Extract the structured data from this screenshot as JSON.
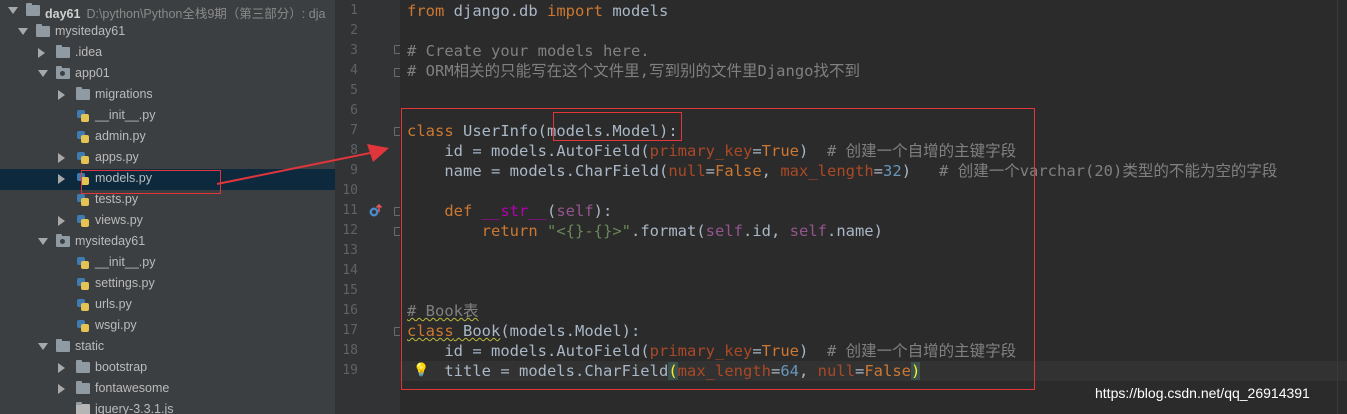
{
  "tree": {
    "project_name": "day61",
    "project_path": "D:\\python\\Python全栈9期（第三部分）: dja",
    "items": [
      {
        "label": "mysiteday61",
        "kind": "folder"
      },
      {
        "label": ".idea",
        "kind": "folder"
      },
      {
        "label": "app01",
        "kind": "folder"
      },
      {
        "label": "migrations",
        "kind": "folder"
      },
      {
        "label": "__init__.py",
        "kind": "py"
      },
      {
        "label": "admin.py",
        "kind": "py"
      },
      {
        "label": "apps.py",
        "kind": "py"
      },
      {
        "label": "models.py",
        "kind": "py"
      },
      {
        "label": "tests.py",
        "kind": "py"
      },
      {
        "label": "views.py",
        "kind": "py"
      },
      {
        "label": "mysiteday61",
        "kind": "folder"
      },
      {
        "label": "__init__.py",
        "kind": "py"
      },
      {
        "label": "settings.py",
        "kind": "py"
      },
      {
        "label": "urls.py",
        "kind": "py"
      },
      {
        "label": "wsgi.py",
        "kind": "py"
      },
      {
        "label": "static",
        "kind": "folder"
      },
      {
        "label": "bootstrap",
        "kind": "folder"
      },
      {
        "label": "fontawesome",
        "kind": "folder"
      },
      {
        "label": "jquery-3.3.1.js",
        "kind": "js"
      }
    ]
  },
  "gutter": {
    "line_numbers": [
      "1",
      "2",
      "3",
      "4",
      "5",
      "6",
      "7",
      "8",
      "9",
      "10",
      "11",
      "12",
      "13",
      "14",
      "15",
      "16",
      "17",
      "18",
      "19"
    ]
  },
  "code": {
    "l1": {
      "from": "from",
      "mod": " django.db ",
      "imp": "import",
      "name": " models"
    },
    "l3": "# Create your models here.",
    "l4": "# ORM相关的只能写在这个文件里,写到别的文件里Django找不到",
    "l7": {
      "kw": "class",
      "name": " UserInfo",
      "open": "(",
      "base": "models.Model",
      "close": "):"
    },
    "l8": {
      "lhs": "    id = models.",
      "fn": "AutoField",
      "open": "(",
      "p1": "primary_key",
      "eq": "=",
      "v1": "True",
      "close": ")",
      "cm": "  # 创建一个自增的主键字段"
    },
    "l9": {
      "lhs": "    name = models.",
      "fn": "CharField",
      "open": "(",
      "p1": "null",
      "eq1": "=",
      "v1": "False",
      "sep": ", ",
      "p2": "max_length",
      "eq2": "=",
      "v2": "32",
      "close": ")",
      "cm": "   # 创建一个varchar(20)类型的不能为空的字段"
    },
    "l11": {
      "indent": "    ",
      "kw": "def",
      "sp": " ",
      "name": "__str__",
      "open": "(",
      "self": "self",
      "close": "):"
    },
    "l12": {
      "indent": "        ",
      "kw": "return",
      "sp": " ",
      "str": "\"<{}-{}>\"",
      "mid": ".format(",
      "s1": "self",
      "a1": ".id, ",
      "s2": "self",
      "a2": ".name)"
    },
    "l15": "# Book表",
    "l16": {
      "kw": "class",
      "name": " Book",
      "rest": "(models.Model):"
    },
    "l18": {
      "lhs": "    id = models.",
      "fn": "AutoField",
      "open": "(",
      "p1": "primary_key",
      "eq": "=",
      "v1": "True",
      "close": ")",
      "cm": "  # 创建一个自增的主键字段"
    },
    "l19": {
      "lhs": "    title = models.",
      "fn": "CharField",
      "open": "(",
      "p1": "max_length",
      "eq1": "=",
      "v1": "64",
      "sep": ", ",
      "p2": "null",
      "eq2": "=",
      "v2": "False",
      "close": ")"
    }
  },
  "watermark": "https://blog.csdn.net/qq_26914391",
  "colors": {
    "annotation": "#e0353b",
    "selection": "#0d293e",
    "editor_bg": "#2b2b2b",
    "tree_bg": "#3c3f41"
  }
}
